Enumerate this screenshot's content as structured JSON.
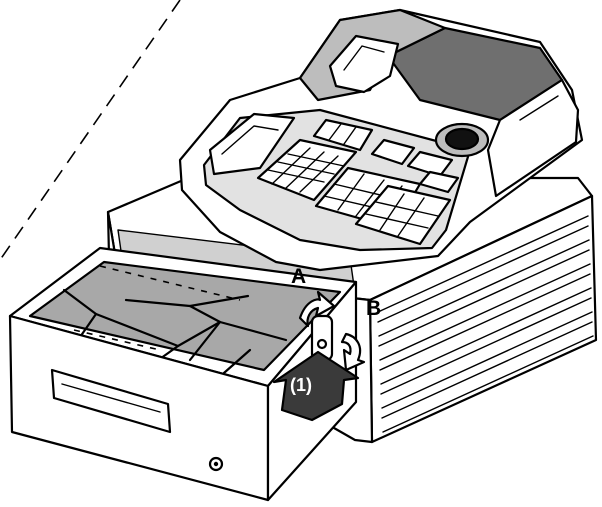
{
  "labels": {
    "a": "A",
    "b": "B",
    "step": "(1)"
  },
  "colors": {
    "outline": "#000000",
    "paper": "#ffffff",
    "gray_light": "#e2e2e2",
    "gray_mid": "#bdbdbd",
    "gray_drawer": "#a8a8a8",
    "gray_dark": "#6f6f6f",
    "step_arrow": "#3a3a3a"
  }
}
